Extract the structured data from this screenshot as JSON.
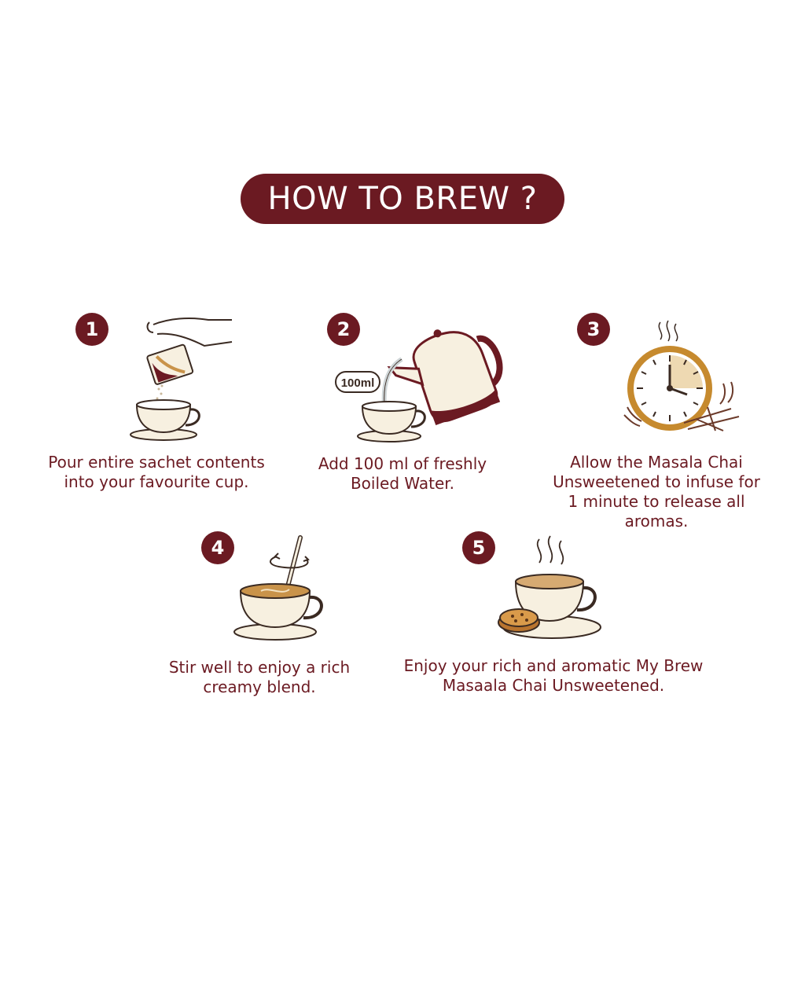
{
  "title": "HOW TO BREW ?",
  "colors": {
    "primary": "#6b1a22",
    "cream": "#f7f0e0",
    "tea": "#c9934a",
    "outline": "#3a2a22"
  },
  "steps": [
    {
      "number": "1",
      "line1": "Pour entire sachet contents",
      "line2": "into your favourite cup.",
      "icon": "sachet-pour-icon"
    },
    {
      "number": "2",
      "line1": "Add 100 ml of freshly",
      "line2": "Boiled Water.",
      "badge": "100ml",
      "icon": "kettle-pour-icon"
    },
    {
      "number": "3",
      "line1": "Allow the Masala Chai",
      "line2": "Unsweetened to infuse for",
      "line3": "1 minute to release all",
      "line4": "aromas.",
      "icon": "clock-icon"
    },
    {
      "number": "4",
      "line1": "Stir well to enjoy a rich",
      "line2": "creamy blend.",
      "icon": "stirring-cup-icon"
    },
    {
      "number": "5",
      "line1": "Enjoy your rich and aromatic My Brew",
      "line2": "Masaala Chai Unsweetened.",
      "icon": "tea-with-cookies-icon"
    }
  ]
}
